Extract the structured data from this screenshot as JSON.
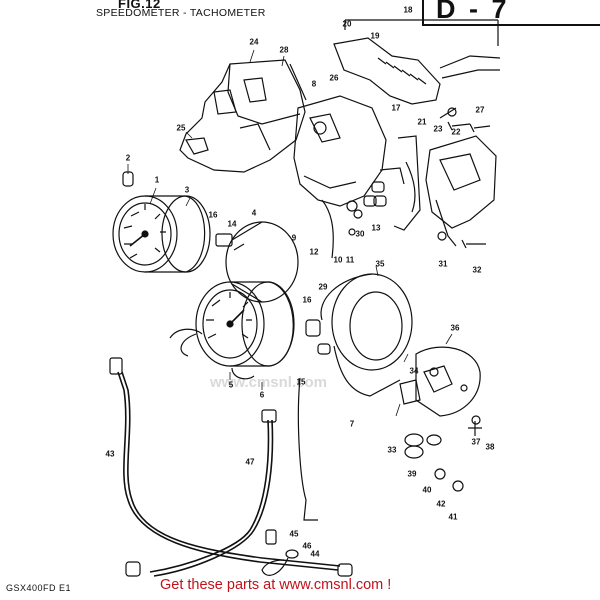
{
  "header": {
    "fig_number": "FIG.12",
    "title": "SPEEDOMETER - TACHOMETER",
    "page_code": "D - 7"
  },
  "footer": {
    "model_code": "GSX400FD E1",
    "promo_text": "Get these parts at www.cmsnl.com !"
  },
  "watermark": "www.cmsnl.com",
  "callouts": [
    "1",
    "2",
    "3",
    "4",
    "5",
    "6",
    "7",
    "8",
    "9",
    "10",
    "11",
    "12",
    "13",
    "14",
    "15",
    "16",
    "16",
    "17",
    "18",
    "19",
    "20",
    "21",
    "22",
    "23",
    "24",
    "25",
    "26",
    "27",
    "28",
    "29",
    "30",
    "31",
    "32",
    "33",
    "34",
    "35",
    "36",
    "37",
    "38",
    "39",
    "40",
    "41",
    "42",
    "43",
    "44",
    "45",
    "46",
    "47"
  ]
}
